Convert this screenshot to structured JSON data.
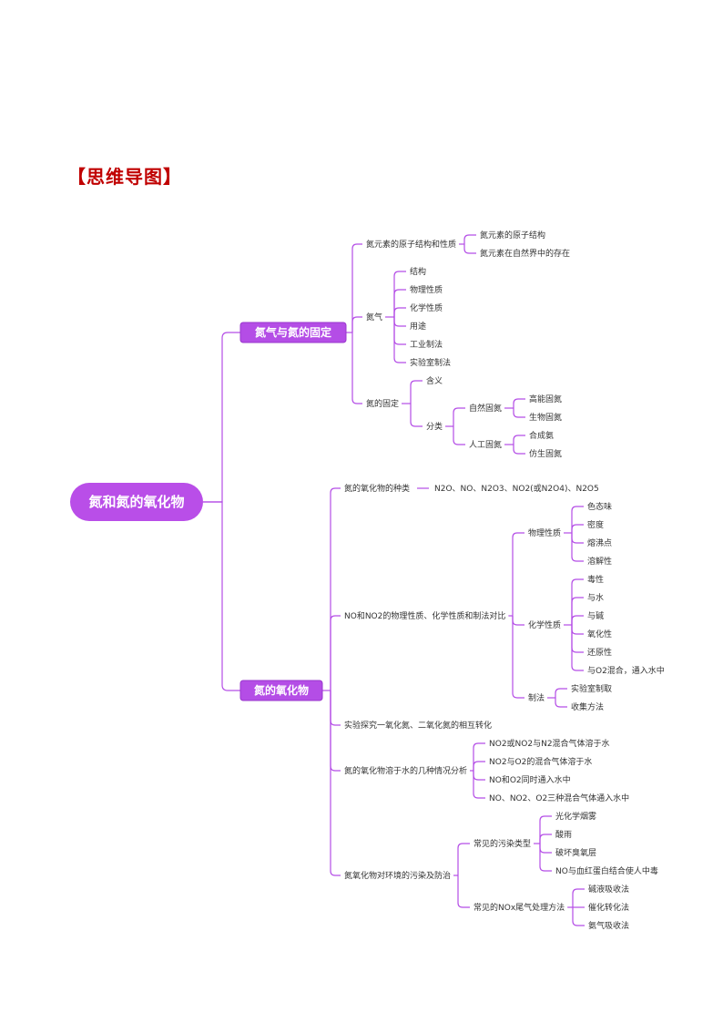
{
  "heading": "【思维导图】",
  "colors": {
    "accent": "#b44de6",
    "heading": "#c00000",
    "text": "#333333"
  },
  "root": {
    "label": "氮和氮的氧化物"
  },
  "branches": [
    {
      "label": "氮气与氮的固定",
      "children": [
        {
          "label": "氮元素的原子结构和性质",
          "children": [
            {
              "label": "氮元素的原子结构"
            },
            {
              "label": "氮元素在自然界中的存在"
            }
          ]
        },
        {
          "label": "氮气",
          "children": [
            {
              "label": "结构"
            },
            {
              "label": "物理性质"
            },
            {
              "label": "化学性质"
            },
            {
              "label": "用途"
            },
            {
              "label": "工业制法"
            },
            {
              "label": "实验室制法"
            }
          ]
        },
        {
          "label": "氮的固定",
          "children": [
            {
              "label": "含义"
            },
            {
              "label": "分类",
              "children": [
                {
                  "label": "自然固氮",
                  "children": [
                    {
                      "label": "高能固氮"
                    },
                    {
                      "label": "生物固氮"
                    }
                  ]
                },
                {
                  "label": "人工固氮",
                  "children": [
                    {
                      "label": "合成氨"
                    },
                    {
                      "label": "仿生固氮"
                    }
                  ]
                }
              ]
            }
          ]
        }
      ]
    },
    {
      "label": "氮的氧化物",
      "children": [
        {
          "label": "氮的氧化物的种类",
          "children": [
            {
              "label": "N2O、NO、N2O3、NO2(或N2O4)、N2O5"
            }
          ]
        },
        {
          "label": "NO和NO2的物理性质、化学性质和制法对比",
          "children": [
            {
              "label": "物理性质",
              "children": [
                {
                  "label": "色态味"
                },
                {
                  "label": "密度"
                },
                {
                  "label": "熔沸点"
                },
                {
                  "label": "溶解性"
                }
              ]
            },
            {
              "label": "化学性质",
              "children": [
                {
                  "label": "毒性"
                },
                {
                  "label": "与水"
                },
                {
                  "label": "与碱"
                },
                {
                  "label": "氧化性"
                },
                {
                  "label": "还原性"
                },
                {
                  "label": "与O2混合，通入水中"
                }
              ]
            },
            {
              "label": "制法",
              "children": [
                {
                  "label": "实验室制取"
                },
                {
                  "label": "收集方法"
                }
              ]
            }
          ]
        },
        {
          "label": "实验探究一氧化氮、二氧化氮的相互转化"
        },
        {
          "label": "氮的氧化物溶于水的几种情况分析",
          "children": [
            {
              "label": "NO2或NO2与N2混合气体溶于水"
            },
            {
              "label": "NO2与O2的混合气体溶于水"
            },
            {
              "label": "NO和O2同时通入水中"
            },
            {
              "label": "NO、NO2、O2三种混合气体通入水中"
            }
          ]
        },
        {
          "label": "氮氧化物对环境的污染及防治",
          "children": [
            {
              "label": "常见的污染类型",
              "children": [
                {
                  "label": "光化学烟雾"
                },
                {
                  "label": "酸雨"
                },
                {
                  "label": "破坏臭氧层"
                },
                {
                  "label": "NO与血红蛋白结合使人中毒"
                }
              ]
            },
            {
              "label": "常见的NOx尾气处理方法",
              "children": [
                {
                  "label": "碱液吸收法"
                },
                {
                  "label": "催化转化法"
                },
                {
                  "label": "氨气吸收法"
                }
              ]
            }
          ]
        }
      ]
    }
  ]
}
